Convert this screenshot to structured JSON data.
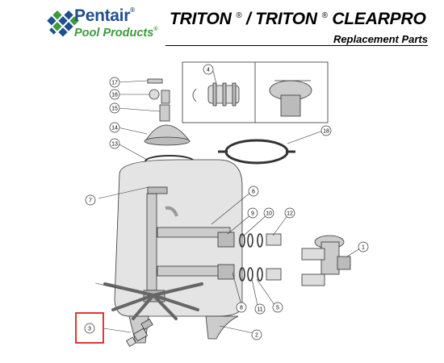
{
  "brand": {
    "name": "Pentair",
    "sub": "Pool Products",
    "registered": "®"
  },
  "title": {
    "part1": "TRITON",
    "reg": "®",
    "part2": "/ TRITON",
    "part3": "CLEARPRO"
  },
  "subtitle": "Replacement Parts",
  "callouts": [
    "1",
    "2",
    "3",
    "4",
    "5",
    "6",
    "7",
    "8",
    "9",
    "10",
    "11",
    "12",
    "13",
    "14",
    "15",
    "16",
    "17",
    "18"
  ],
  "highlight_color": "#e02020",
  "highlighted_part": "3"
}
